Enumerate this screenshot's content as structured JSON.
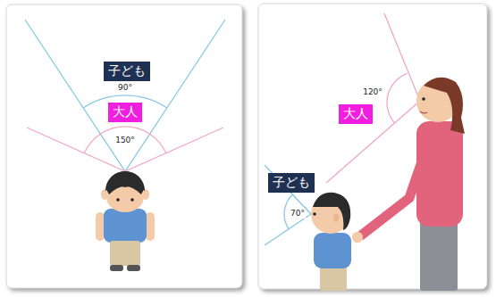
{
  "diagram": {
    "nodes": [
      {
        "text": [
          "子ども"
        ]
      },
      {
        "text": [
          "大人"
        ]
      },
      {
        "text": [
          "大人"
        ]
      },
      {
        "text": [
          "子ども"
        ]
      }
    ],
    "labels": [
      "90°",
      "150°",
      "120°",
      "70°"
    ]
  }
}
